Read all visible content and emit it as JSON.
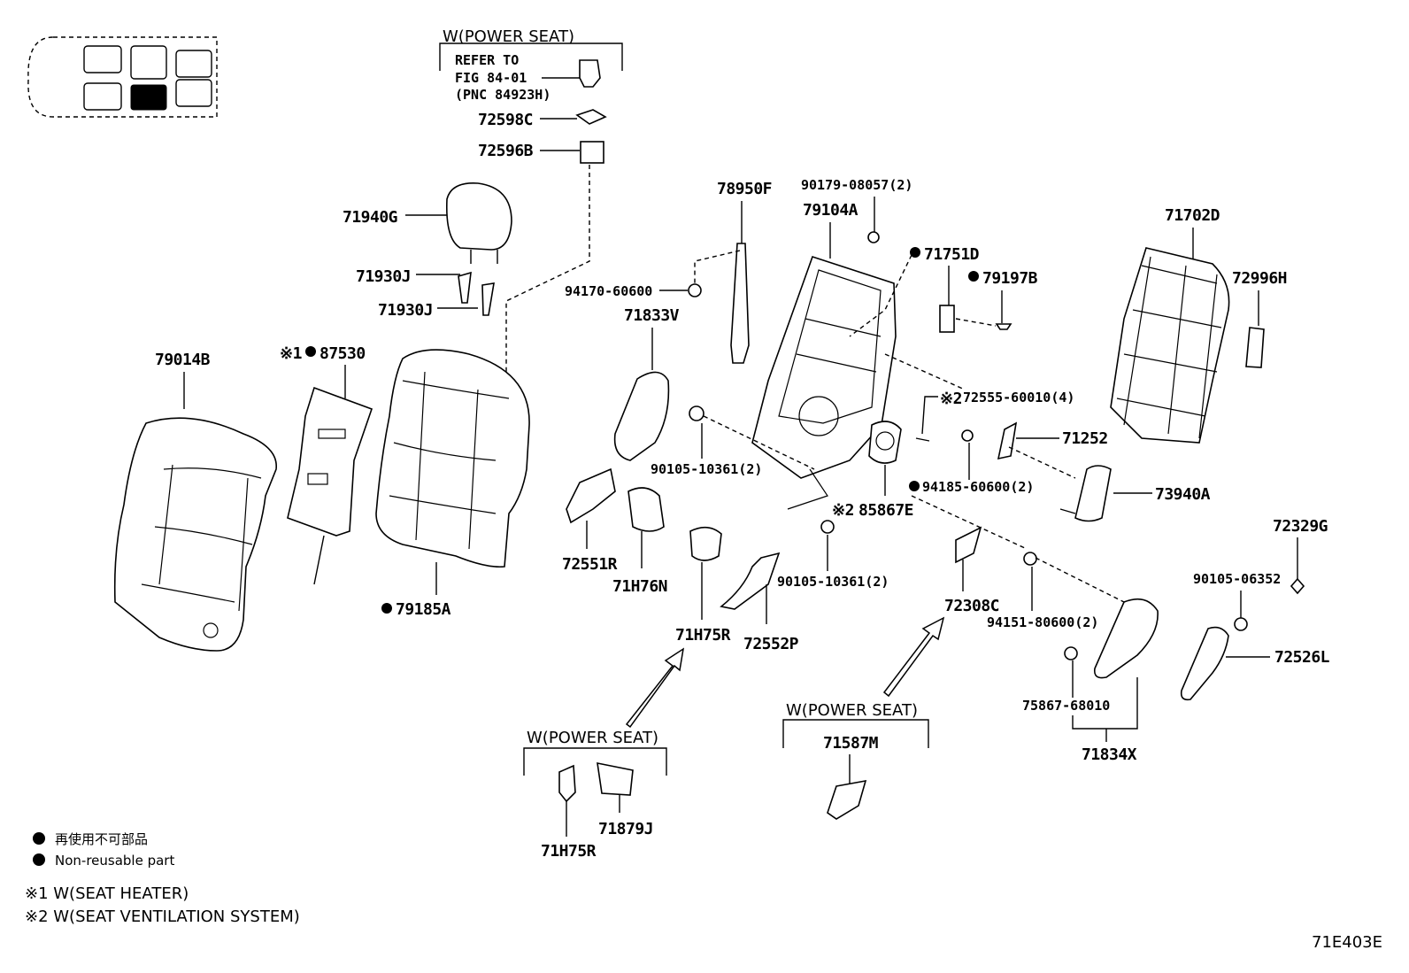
{
  "diagram_code": "71E403E",
  "legend": {
    "non_reusable_jp": "再使用不可部品",
    "non_reusable_en": "Non-reusable part",
    "note1": "※1 W(SEAT HEATER)",
    "note2": "※2 W(SEAT VENTILATION  SYSTEM)"
  },
  "boxes": {
    "power_seat_top": "W(POWER SEAT)",
    "refer_line1": "REFER TO",
    "refer_line2": "FIG 84-01",
    "refer_line3": "(PNC 84923H)",
    "power_seat_mid": "W(POWER SEAT)",
    "power_seat_bottom": "W(POWER SEAT)"
  },
  "parts": {
    "p72598C": "72598C",
    "p72596B": "72596B",
    "p71940G": "71940G",
    "p71930J_a": "71930J",
    "p71930J_b": "71930J",
    "p79014B": "79014B",
    "p87530": "87530",
    "p87530_note": "※1",
    "p79185A": "79185A",
    "p78950F": "78950F",
    "p94170": "94170-60600",
    "p71833V": "71833V",
    "p90179": "90179-08057(2)",
    "p79104A": "79104A",
    "p71751D": "71751D",
    "p79197B": "79197B",
    "p71702D": "71702D",
    "p72996H": "72996H",
    "p72555": "72555-60010(4)",
    "p72555_note": "※2",
    "p71252": "71252",
    "p90105a": "90105-10361(2)",
    "p72551R": "72551R",
    "p71H76N": "71H76N",
    "p94185": "94185-60600(2)",
    "p73940A": "73940A",
    "p85867E": "85867E",
    "p85867E_note": "※2",
    "p90105b": "90105-10361(2)",
    "p71H75R_a": "71H75R",
    "p72552P": "72552P",
    "p72308C": "72308C",
    "p94151": "94151-80600(2)",
    "p72329G": "72329G",
    "p90105c": "90105-06352",
    "p72526L": "72526L",
    "p75867": "75867-68010",
    "p71834X": "71834X",
    "p71587M": "71587M",
    "p71879J": "71879J",
    "p71H75R_b": "71H75R"
  }
}
